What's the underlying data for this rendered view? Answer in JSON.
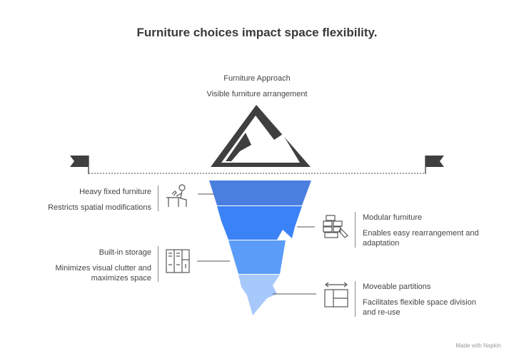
{
  "title": "Furniture choices impact space flexibility.",
  "top": {
    "label": "Furniture Approach",
    "description": "Visible furniture arrangement"
  },
  "items": [
    {
      "label": "Heavy fixed furniture",
      "description": "Restricts spatial modifications",
      "icon": "person-at-desk-icon"
    },
    {
      "label": "Modular furniture",
      "description": "Enables easy rearrangement and adaptation",
      "icon": "building-blocks-icon"
    },
    {
      "label": "Built-in storage",
      "description": "Minimizes visual clutter and maximizes space",
      "icon": "storage-cabinet-icon"
    },
    {
      "label": "Moveable partitions",
      "description": "Facilitates flexible space division and re-use",
      "icon": "partition-layout-icon"
    }
  ],
  "footer": "Made with Napkin",
  "colors": {
    "mountain": "#3f3f3f",
    "layer1": "#4a7fe0",
    "layer2": "#3b82f6",
    "layer3": "#5b9cf8",
    "layer4": "#a6c8fb",
    "waterline": "#6b6b6b"
  }
}
